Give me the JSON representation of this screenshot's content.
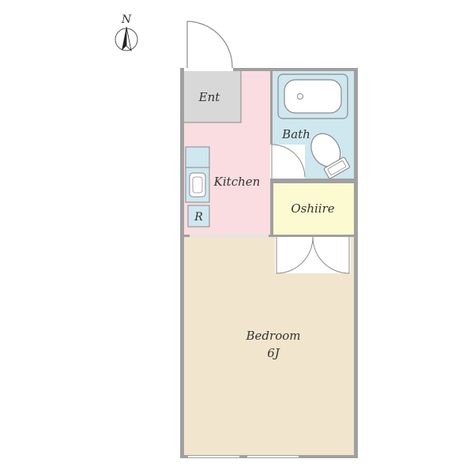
{
  "compass": {
    "label": "N",
    "icon": "north-arrow-icon"
  },
  "rooms": {
    "entrance": {
      "label": "Ent",
      "color": "#d8d8d8"
    },
    "bath": {
      "label": "Bath",
      "color": "#cfe7ef"
    },
    "kitchen": {
      "label": "Kitchen",
      "color": "#f9dde0"
    },
    "refrigerator": {
      "label": "R",
      "color": "#cfe7ef"
    },
    "oshiire": {
      "label": "Oshiire",
      "color": "#fbfad0"
    },
    "bedroom": {
      "label": "Bedroom",
      "size": "6J",
      "color": "#f1e5cd"
    }
  },
  "colors": {
    "wall": "#a0a0a0",
    "fixture_stroke": "#8a8a8a"
  }
}
